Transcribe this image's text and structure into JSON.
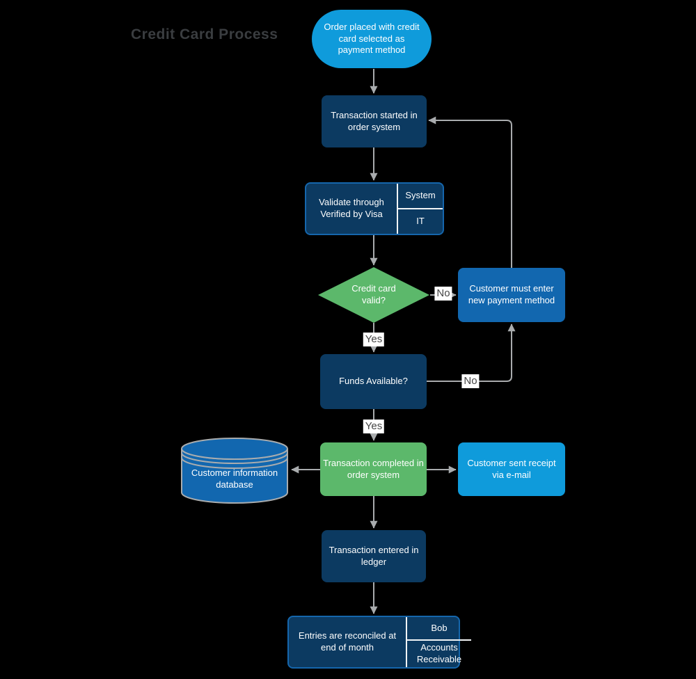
{
  "title": "Credit Card Process",
  "nodes": {
    "start": {
      "label": "Order placed with credit card selected as payment method"
    },
    "transaction_started": {
      "label": "Transaction started in order system"
    },
    "validate": {
      "label": "Validate through Verified by Visa",
      "lane_top": "System",
      "lane_bottom": "IT"
    },
    "credit_card_valid": {
      "label": "Credit card valid?"
    },
    "customer_new_payment": {
      "label": "Customer must enter new payment method"
    },
    "funds_available": {
      "label": "Funds Available?"
    },
    "customer_database": {
      "label": "Customer information database"
    },
    "transaction_completed": {
      "label": "Transaction completed in order system"
    },
    "customer_receipt": {
      "label": "Customer sent receipt via e-mail"
    },
    "transaction_ledger": {
      "label": "Transaction entered in ledger"
    },
    "entries_reconciled": {
      "label": "Entries are reconciled at end of month",
      "lane_top": "Bob",
      "lane_bottom": "Accounts Receivable"
    }
  },
  "edge_labels": {
    "credit_valid_no": "No",
    "credit_valid_yes": "Yes",
    "funds_no": "No",
    "funds_yes": "Yes"
  },
  "colors": {
    "background": "#000000",
    "light_blue": "#0f9bdb",
    "navy": "#0c3a61",
    "medium_blue": "#1267af",
    "green": "#5cb86b",
    "border_blue": "#1566ac",
    "connector_gray": "#a9acae",
    "label_text": "#454545",
    "title_gray": "#3a3d40"
  }
}
